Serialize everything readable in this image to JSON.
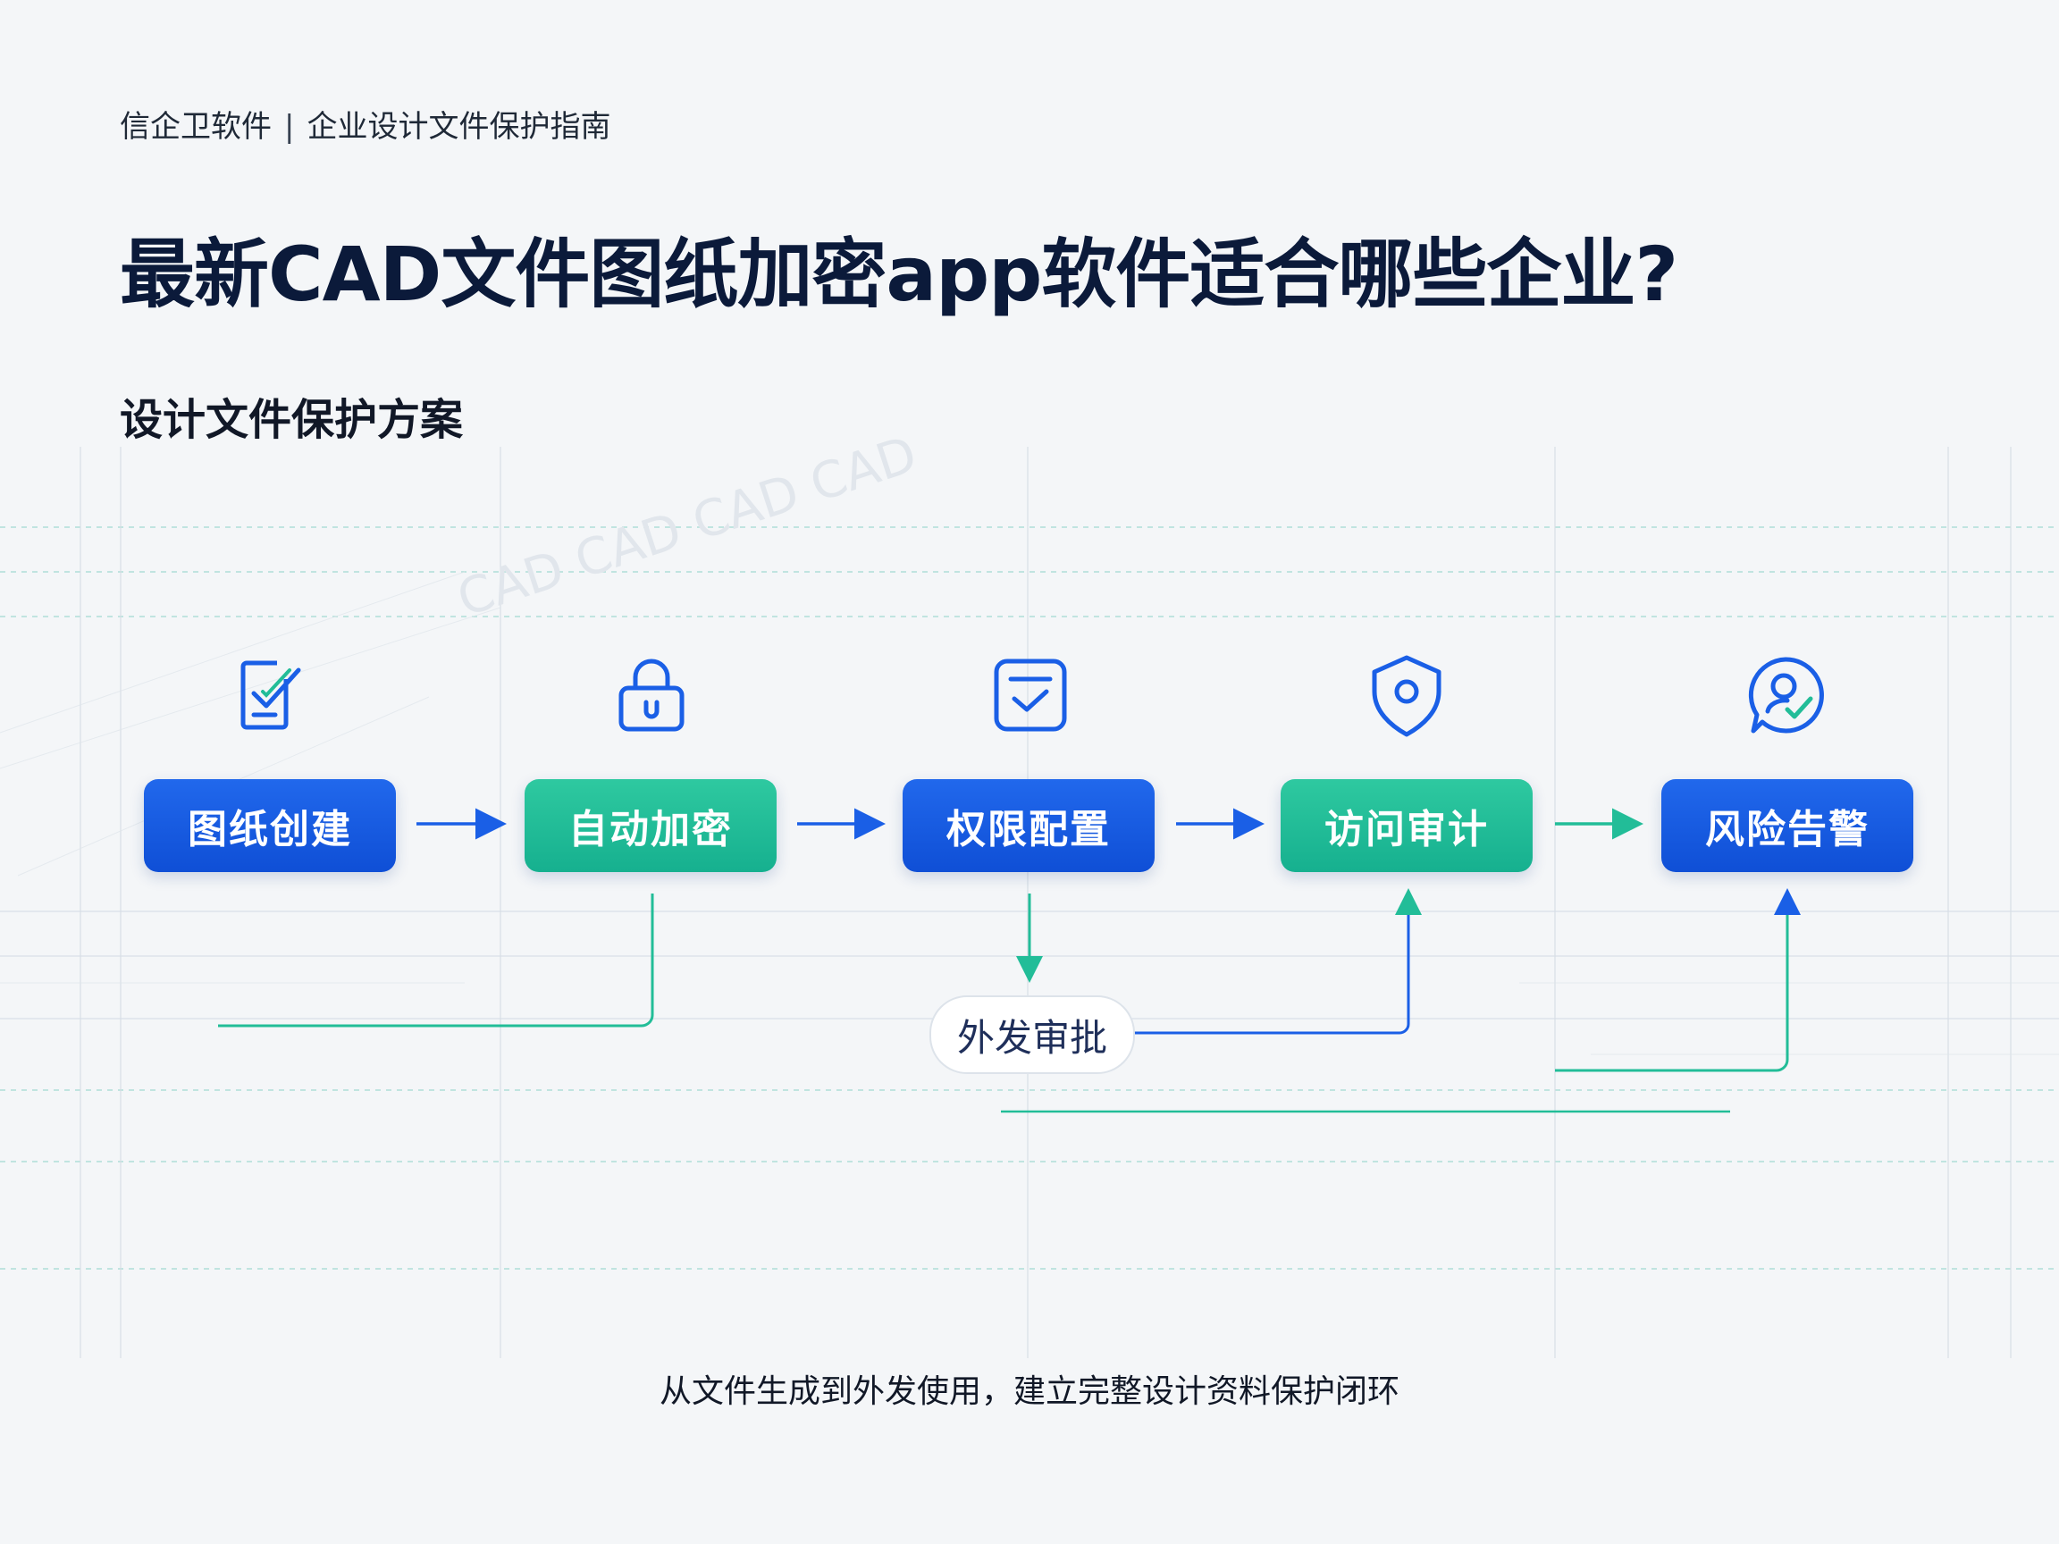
{
  "header": {
    "brand": "信企卫软件",
    "separator": "|",
    "guide": "企业设计文件保护指南"
  },
  "title": "最新CAD文件图纸加密app软件适合哪些企业?",
  "subtitle": "设计文件保护方案",
  "watermark": "CAD CAD CAD CAD",
  "flow": {
    "steps": [
      {
        "label": "图纸创建",
        "icon": "document-check-icon",
        "color": "#1a5fe6"
      },
      {
        "label": "自动加密",
        "icon": "padlock-icon",
        "color": "#22bd98"
      },
      {
        "label": "权限配置",
        "icon": "check-box-icon",
        "color": "#1a5fe6"
      },
      {
        "label": "访问审计",
        "icon": "shield-location-icon",
        "color": "#22bd98"
      },
      {
        "label": "风险告警",
        "icon": "user-check-icon",
        "color": "#1a5fe6"
      }
    ],
    "branch_label": "外发审批"
  },
  "footer": "从文件生成到外发使用，建立完整设计资料保护闭环",
  "colors": {
    "blue": "#1a5fe6",
    "green": "#22bd98",
    "title": "#0b1a3a"
  }
}
